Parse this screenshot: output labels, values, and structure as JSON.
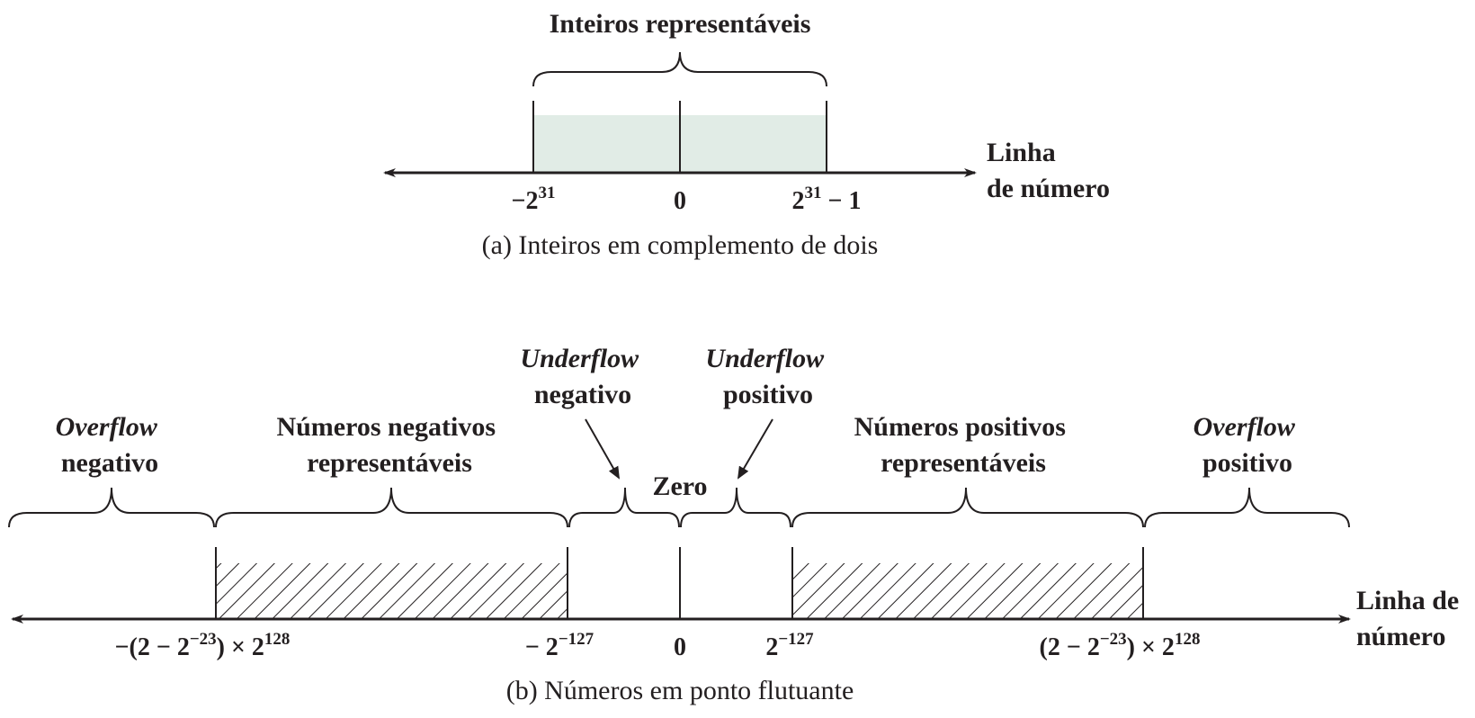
{
  "part_a": {
    "title": "Inteiros representáveis",
    "axis_label_line1": "Linha",
    "axis_label_line2": "de número",
    "tick_neg": {
      "base": "−2",
      "exp": "31",
      "suffix": ""
    },
    "tick_zero": "0",
    "tick_pos": {
      "base": "2",
      "exp": "31",
      "suffix": " − 1"
    },
    "caption": "(a) Inteiros em complemento de dois",
    "fill_color": "#e1ece6"
  },
  "part_b": {
    "overflow_neg": {
      "italic": "Overflow",
      "rest": "negativo"
    },
    "repr_neg": {
      "line1": "Números negativos",
      "line2": "representáveis"
    },
    "underflow_neg": {
      "italic": "Underflow",
      "rest": "negativo"
    },
    "zero": "Zero",
    "underflow_pos": {
      "italic": "Underflow",
      "rest": "positivo"
    },
    "repr_pos": {
      "line1": "Números positivos",
      "line2": "representáveis"
    },
    "overflow_pos": {
      "italic": "Overflow",
      "rest": "positivo"
    },
    "axis_label_line1": "Linha de",
    "axis_label_line2": "número",
    "tick_neg_max": {
      "p1": "−(2 − 2",
      "e1": "−23",
      "p2": ") × 2",
      "e2": "128"
    },
    "tick_neg_min": {
      "p1": "− 2",
      "e1": "−127"
    },
    "tick_zero": "0",
    "tick_pos_min": {
      "p1": "2",
      "e1": "−127"
    },
    "tick_pos_max": {
      "p1": "(2 − 2",
      "e1": "−23",
      "p2": ") × 2",
      "e2": "128"
    },
    "caption": "(b) Números em ponto flutuante"
  }
}
